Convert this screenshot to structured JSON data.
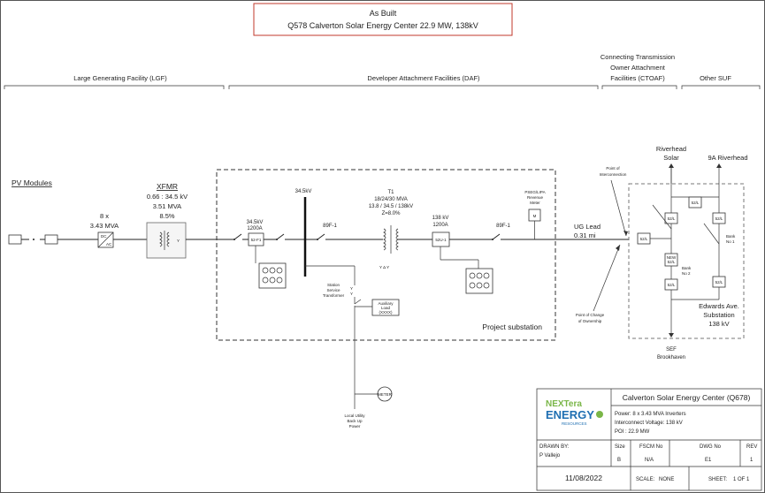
{
  "title": {
    "line1": "As Built",
    "line2": "Q578 Calverton Solar Energy Center 22.9 MW, 138kV"
  },
  "sections": {
    "lgf": "Large Generating Facility (LGF)",
    "daf": "Developer Attachment Facilities (DAF)",
    "ctoaf_1": "Connecting Transmission",
    "ctoaf_2": "Owner Attachment",
    "ctoaf_3": "Facilities (CTOAF)",
    "other": "Other SUF"
  },
  "pv": {
    "title": "PV Modules",
    "inverter_count": "8 x",
    "inverter_rating": "3.43 MVA"
  },
  "xfmr": {
    "title": "XFMR",
    "ratio": "0.66 : 34.5 kV",
    "mva": "3.51 MVA",
    "z": "8.5%"
  },
  "substation": {
    "label": "Project substation",
    "breaker1_kv": "34.5kV",
    "breaker1_a": "1200A",
    "breaker1_tag": "52-F1",
    "bus_label": "34.5kV",
    "sw1_tag": "89F-1",
    "t1_name": "T1",
    "t1_mva": "18/24/30 MVA",
    "t1_kv": "13.8 / 34.5 / 138kV",
    "t1_z": "Z=8.0%",
    "breaker2_kv": "138 kV",
    "breaker2_a": "1200A",
    "breaker2_tag": "52U-1",
    "sw2_tag": "89F-1",
    "meter_1": "PSEG/LIPA",
    "meter_2": "Revenue",
    "meter_3": "Meter",
    "meter_tag": "M",
    "sst_1": "Station",
    "sst_2": "Service",
    "sst_3": "Transformer",
    "aux_1": "Auxiliary",
    "aux_2": "Load",
    "aux_3": "(XXXX)",
    "backup_1": "Local Utility",
    "backup_2": "Back Up",
    "backup_3": "Power",
    "meter_circle": "METER"
  },
  "line": {
    "lead": "UG Lead",
    "length": "0.31 mi",
    "poi_1": "Point of",
    "poi_2": "Interconnection",
    "pcoo_1": "Point of Change",
    "pcoo_2": "of Ownership"
  },
  "utility": {
    "riverhead_solar_1": "Riverhead",
    "riverhead_solar_2": "Solar",
    "riverhead_9a": "9A Riverhead",
    "sub_1": "Edwards Ave.",
    "sub_2": "Substation",
    "sub_3": "138 kV",
    "sef_1": "SEF",
    "sef_2": "Brookhaven"
  },
  "titleblock": {
    "project": "Calverton Solar Energy Center (Q678)",
    "power": "Power: 8 x 3.43 MVA Inverters",
    "voltage": "Interconnect Voltage: 138 kV",
    "poi": "POI : 22.9 MW",
    "logo_1": "NEXTera",
    "logo_2": "ENERGY",
    "logo_3": "RESOURCES",
    "drawn_by_label": "DRAWN BY:",
    "drawn_by": "P Vallejo",
    "size_label": "Size",
    "size": "B",
    "fscm_label": "FSCM No",
    "fscm": "N/A",
    "dwg_label": "DWG No",
    "dwg": "E1",
    "rev_label": "REV",
    "rev": "1",
    "date": "11/08/2022",
    "scale_label": "SCALE:",
    "scale": "NONE",
    "sheet_label": "SHEET:",
    "sheet": "1 OF 1"
  },
  "colors": {
    "title_red": "#c0392b",
    "logo_green": "#7ab648",
    "logo_blue": "#1f6fb2"
  }
}
